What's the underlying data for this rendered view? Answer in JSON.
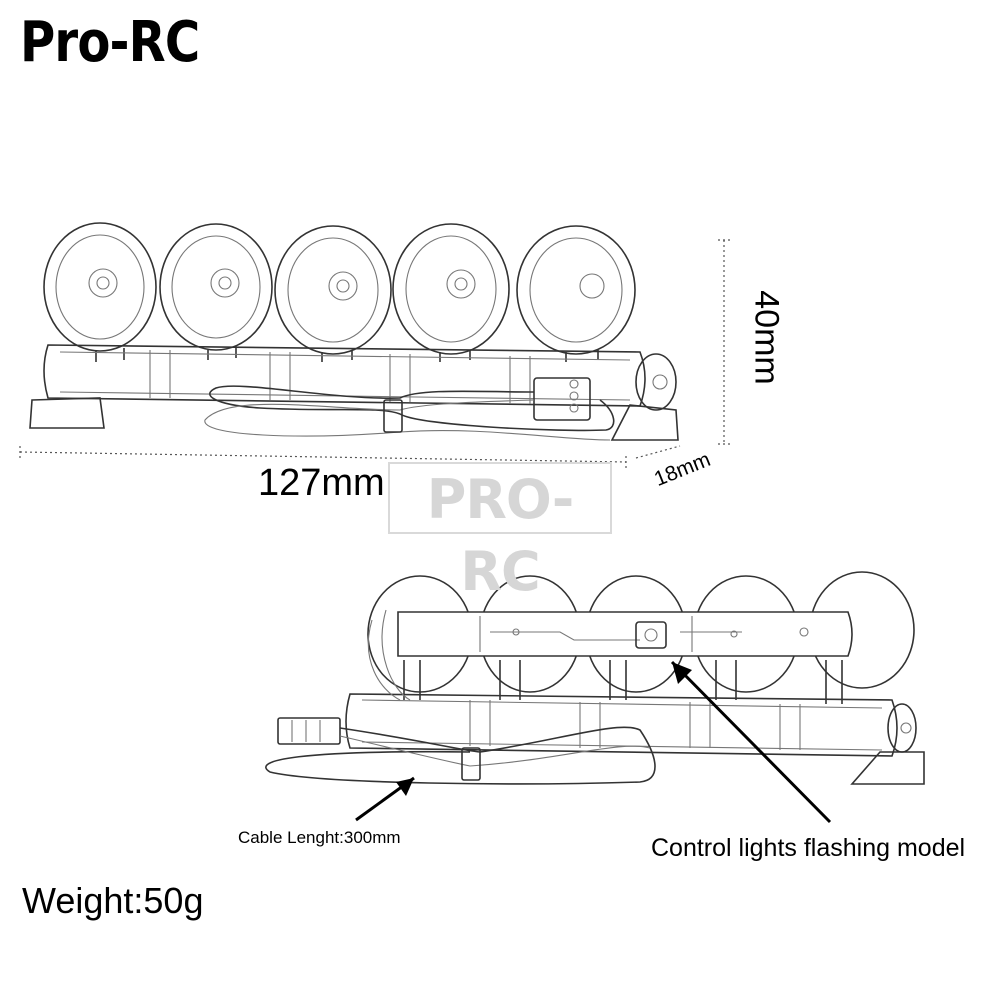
{
  "brand": "Pro-RC",
  "watermark": "PRO-RC",
  "dimensions": {
    "width": "127mm",
    "height": "40mm",
    "depth": "18mm"
  },
  "labels": {
    "cable": "Cable Lenght:300mm",
    "control": "Control lights flashing model"
  },
  "weight": "Weight:50g",
  "illustrations": [
    {
      "name": "front-view",
      "lamp_count": 5
    },
    {
      "name": "rear-view",
      "lamp_count": 5
    }
  ]
}
